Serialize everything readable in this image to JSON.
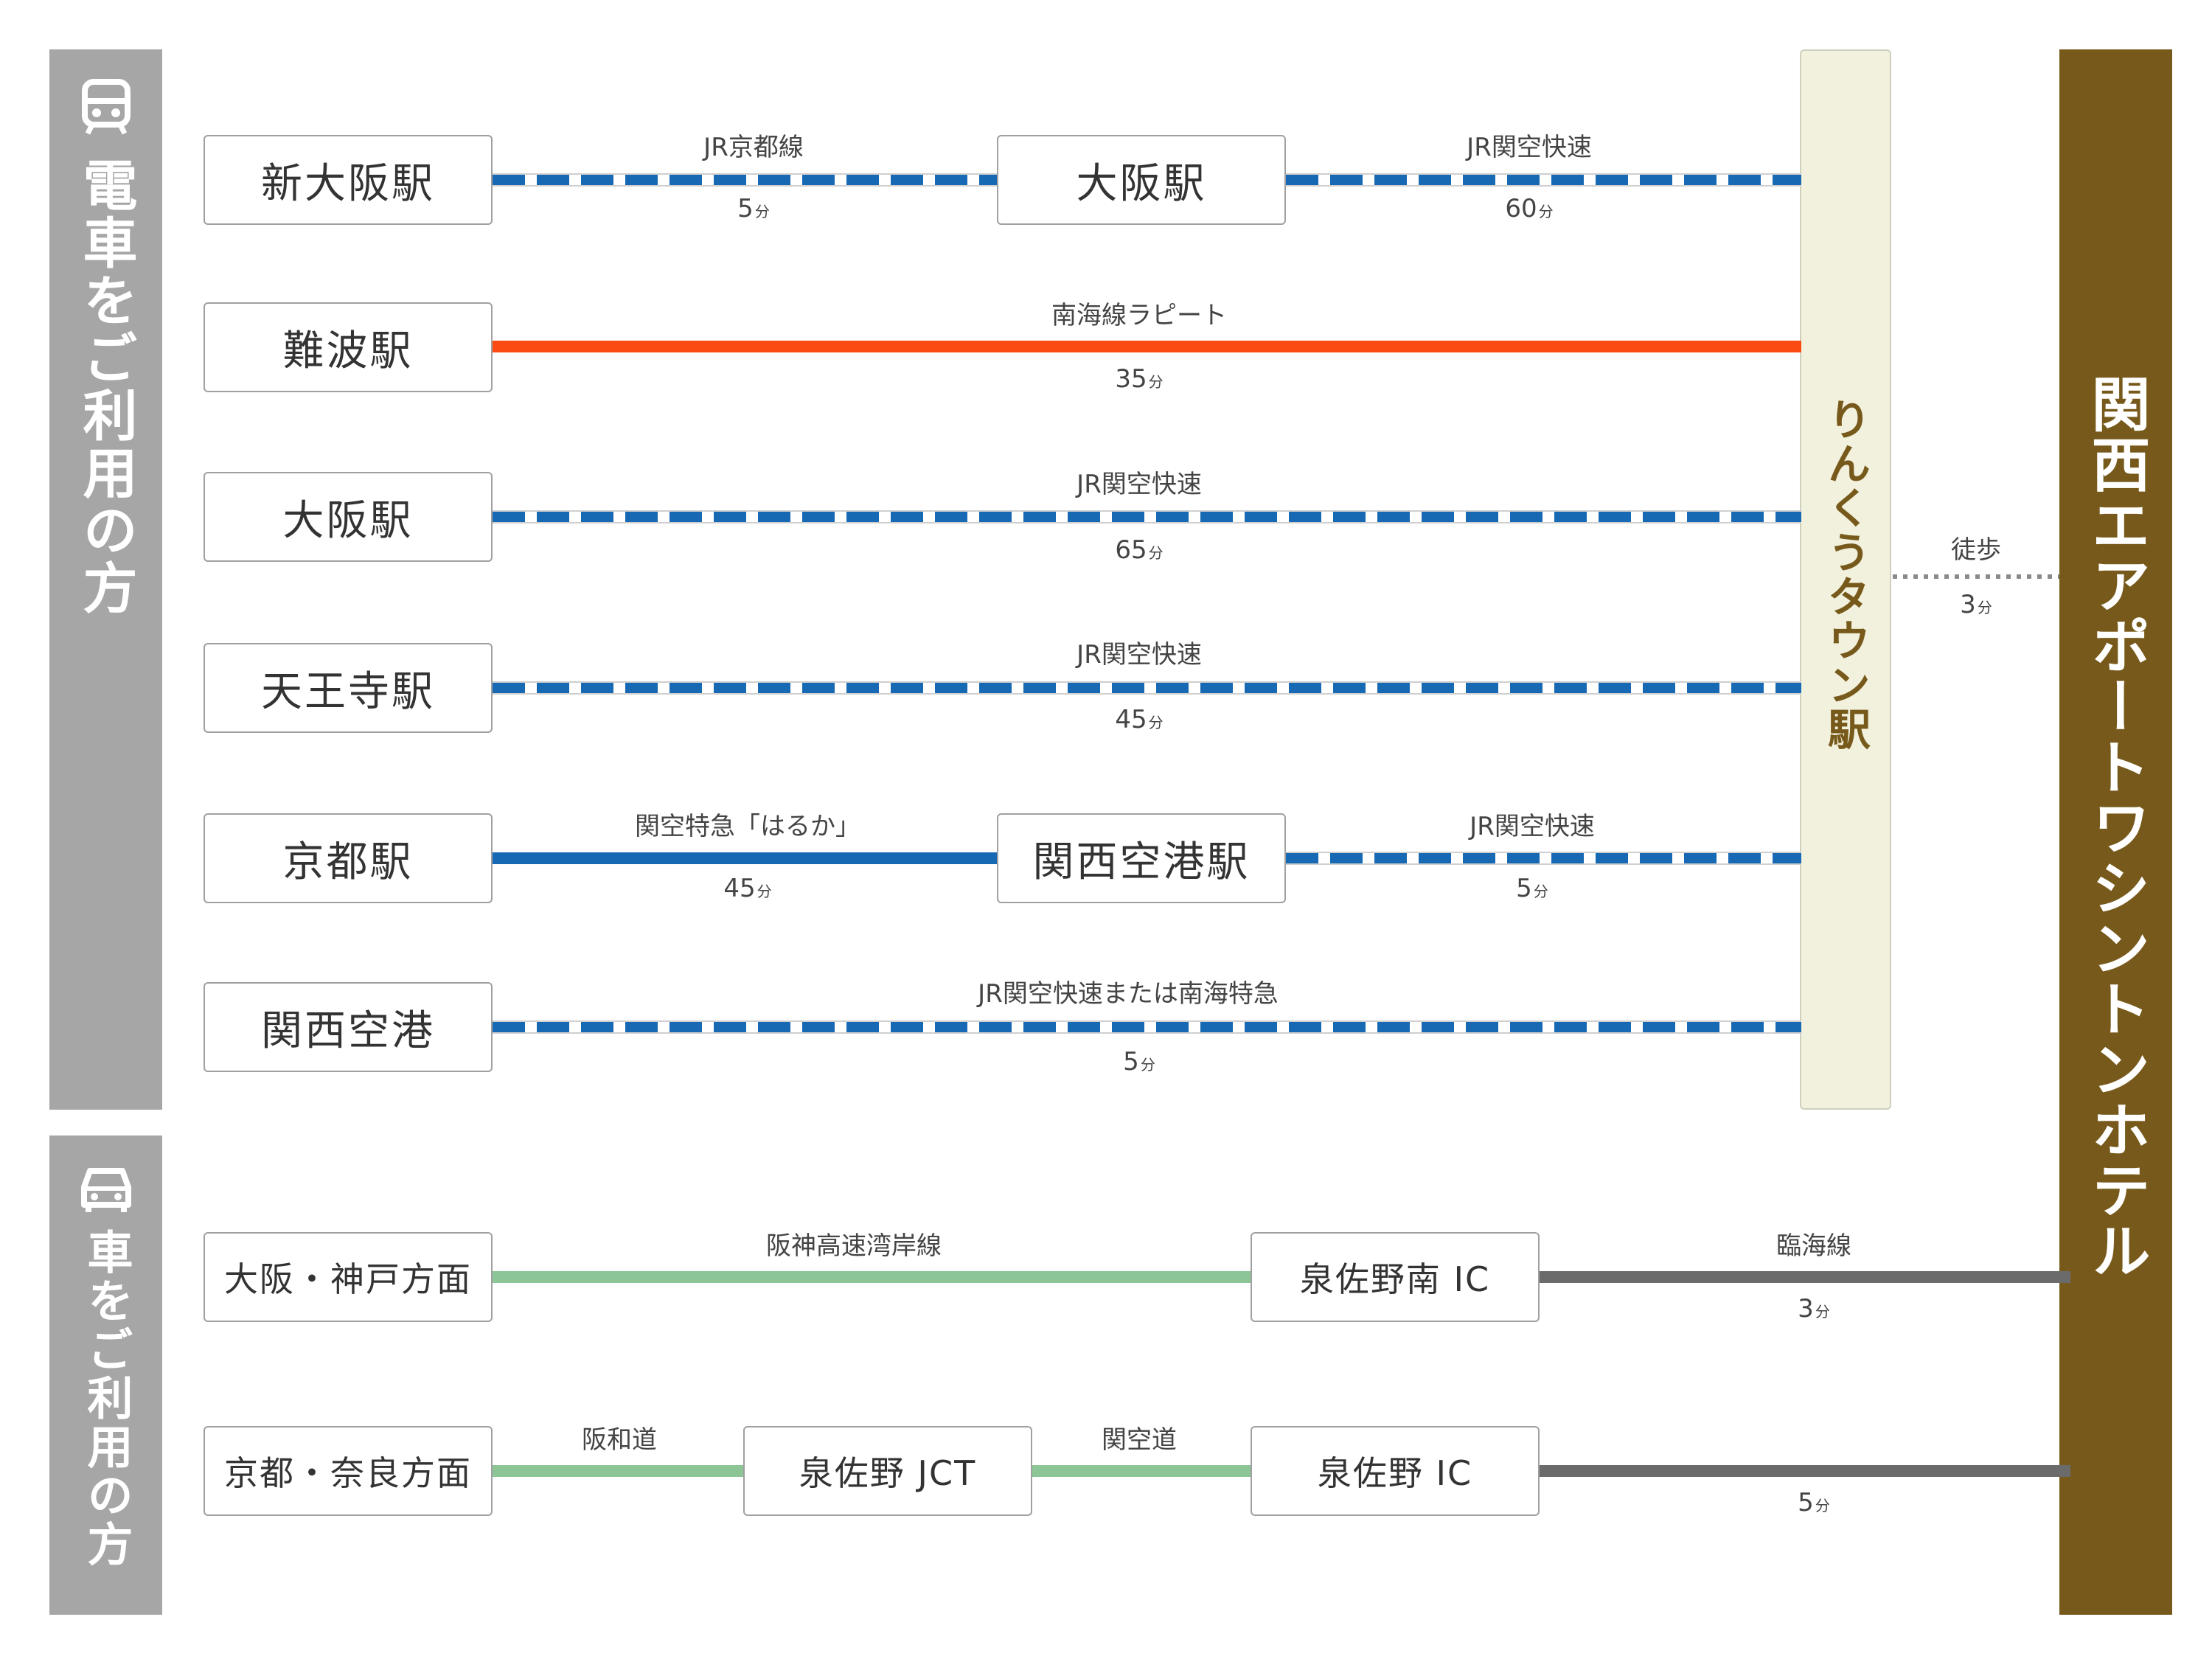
{
  "sidebars": {
    "train": {
      "label": "電車をご利用の方",
      "icon": "train-icon"
    },
    "car": {
      "label": "車をご利用の方",
      "icon": "car-icon"
    }
  },
  "rinku_station": "りんくうタウン駅",
  "hotel": "関西エアポートワシントンホテル",
  "walk": {
    "label": "徒歩",
    "time": "3",
    "unit": "分"
  },
  "unit": "分",
  "train_routes": [
    {
      "from": "新大阪駅",
      "seg1": {
        "line": "JR京都線",
        "time": "5"
      },
      "via": "大阪駅",
      "seg2": {
        "line": "JR関空快速",
        "time": "60"
      }
    },
    {
      "from": "難波駅",
      "seg1": {
        "line": "南海線ラピート",
        "time": "35"
      }
    },
    {
      "from": "大阪駅",
      "seg1": {
        "line": "JR関空快速",
        "time": "65"
      }
    },
    {
      "from": "天王寺駅",
      "seg1": {
        "line": "JR関空快速",
        "time": "45"
      }
    },
    {
      "from": "京都駅",
      "seg1": {
        "line": "関空特急「はるか」",
        "time": "45"
      },
      "via": "関西空港駅",
      "seg2": {
        "line": "JR関空快速",
        "time": "5"
      }
    },
    {
      "from": "関西空港",
      "seg1": {
        "line": "JR関空快速または南海特急",
        "time": "5"
      }
    }
  ],
  "car_routes": [
    {
      "from": "大阪・神戸方面",
      "seg1": {
        "line": "阪神高速湾岸線"
      },
      "ic": "泉佐野南 IC",
      "seg2": {
        "line": "臨海線",
        "time": "3"
      }
    },
    {
      "from": "京都・奈良方面",
      "seg1": {
        "line": "阪和道"
      },
      "via": "泉佐野 JCT",
      "seg_mid": {
        "line": "関空道"
      },
      "ic": "泉佐野 IC",
      "seg2": {
        "line": "",
        "time": "5"
      }
    }
  ],
  "colors": {
    "jr": "#1769b4",
    "nankai": "#fc4a13",
    "highway": "#8cc697",
    "local_road": "#6b6b6b",
    "hotel": "#775a1b",
    "sidebar": "#a6a6a6"
  }
}
